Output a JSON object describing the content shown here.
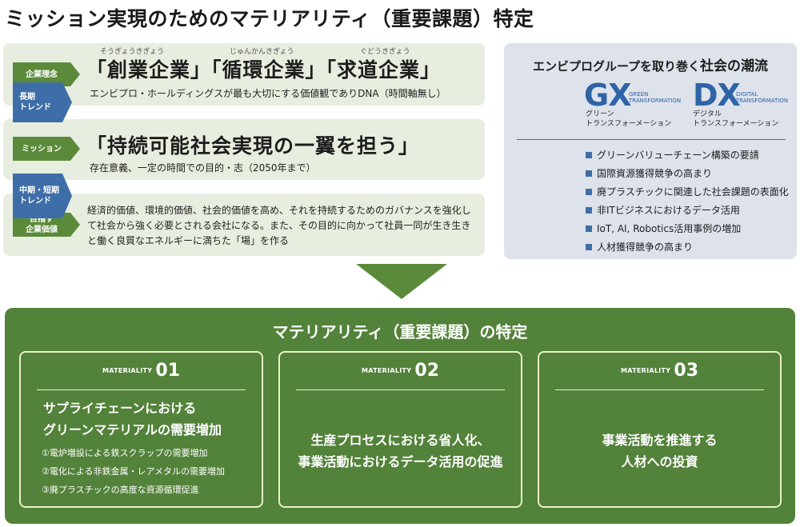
{
  "title": "ミッション実現のためのマテリアリティ（重要課題）特定",
  "rows": [
    {
      "tag": "企業理念",
      "ruby": [
        "そうぎょうきぎょう",
        "じゅんかんきぎょう",
        "ぐどうきぎょう"
      ],
      "heading": "「創業企業」「循環企業」「求道企業」",
      "sub": "エンビプロ・ホールディングスが最も大切にする価値観でありDNA（時間軸無し）"
    },
    {
      "tag": "ミッション",
      "heading": "「持続可能社会実現の一翼を担う」",
      "sub": "存在意義、一定の時間での目的・志（2050年まで）"
    },
    {
      "tag_line1": "目指す",
      "tag_line2": "企業価値",
      "text": "経済的価値、環境的価値、社会的価値を高め、それを持続するためのガバナンスを強化して社会から強く必要とされる会社になる。また、その目的に向かって社員一同が生き生きと働く良質なエネルギーに満ちた「場」を作る"
    }
  ],
  "panel": {
    "title_pre": "エンビプログループを取り巻く",
    "title_emph": "社会の潮流",
    "long_tag": [
      "長期",
      "トレンド"
    ],
    "gx": {
      "big": "GX",
      "en1": "GREEN",
      "en2": "TRANSFORMATION",
      "jp1": "グリーン",
      "jp2": "トランスフォーメーション"
    },
    "dx": {
      "big": "DX",
      "en1": "DIGITAL",
      "en2": "TRANSFORMATION",
      "jp1": "デジタル",
      "jp2": "トランスフォーメーション"
    },
    "mid_tag": [
      "中期・短期",
      "トレンド"
    ],
    "items": [
      "グリーンバリューチェーン構築の要請",
      "国際資源獲得競争の高まり",
      "廃プラスチックに関連した社会課題の表面化",
      "非ITビジネスにおけるデータ活用",
      "IoT, AI, Robotics活用事例の増加",
      "人材獲得競争の高まり"
    ]
  },
  "bottom": {
    "title": "マテリアリティ（重要課題）の特定",
    "cards": [
      {
        "label": "MATERIALITY",
        "num": "01",
        "title1": "サプライチェーンにおける",
        "title2": "グリーンマテリアルの需要増加",
        "items": [
          "①電炉増設による鉄スクラップの需要増加",
          "②電化による非鉄金属・レアメタルの需要増加",
          "③廃プラスチックの高度な資源循環促進"
        ]
      },
      {
        "label": "MATERIALITY",
        "num": "02",
        "title1": "生産プロセスにおける省人化、",
        "title2": "事業活動におけるデータ活用の促進"
      },
      {
        "label": "MATERIALITY",
        "num": "03",
        "title1": "事業活動を推進する",
        "title2": "人材への投資"
      }
    ]
  },
  "colors": {
    "green_dark": "#53823a",
    "green_tag": "#5b8a3a",
    "green_light_bg": "#e7eddf",
    "blue_panel_bg": "#dde2eb",
    "blue_accent": "#3e6ea7",
    "blue_text": "#2e63a6"
  }
}
